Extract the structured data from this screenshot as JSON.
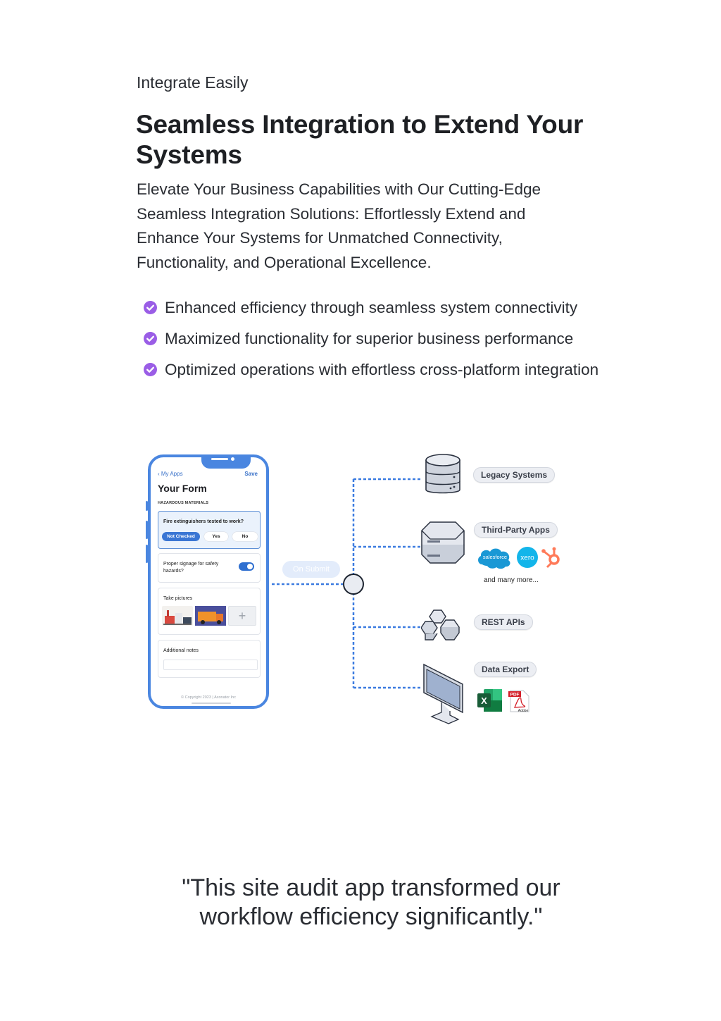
{
  "header": {
    "eyebrow": "Integrate Easily",
    "title": "Seamless Integration to Extend Your Systems",
    "lead": "Elevate Your Business Capabilities with Our Cutting-Edge Seamless Integration Solutions: Effortlessly Extend and Enhance Your Systems for Unmatched Connectivity, Functionality, and Operational Excellence."
  },
  "features": [
    {
      "icon": "check-circle-icon",
      "text": "Enhanced efficiency through seamless system connectivity"
    },
    {
      "icon": "check-circle-icon",
      "text": "Maximized functionality for superior business performance"
    },
    {
      "icon": "check-circle-icon",
      "text": "Optimized operations with effortless cross-platform integration"
    }
  ],
  "colors": {
    "accent_purple": "#9a5de6",
    "phone_blue": "#4a86e0",
    "connector_blue": "#3b7be0",
    "text_dark": "#1e2024"
  },
  "phone": {
    "back_label": "My Apps",
    "save_label": "Save",
    "form_title": "Your Form",
    "section_label": "HAZARDOUS MATERIALS",
    "question1": "Fire extinguishers tested to work?",
    "options": [
      "Not Checked",
      "Yes",
      "No"
    ],
    "selected_option": "Not Checked",
    "question2": "Proper signage for safety hazards?",
    "question2_toggle": true,
    "pictures_label": "Take pictures",
    "add_symbol": "+",
    "notes_label": "Additional notes",
    "copyright": "© Copyright 2023 | Axonator Inc"
  },
  "integration": {
    "trigger": "On Submit",
    "targets": [
      {
        "label": "Legacy Systems",
        "icon": "database-icon"
      },
      {
        "label": "Third-Party Apps",
        "icon": "server-icon"
      },
      {
        "label": "REST APIs",
        "icon": "hexagons-icon"
      },
      {
        "label": "Data Export",
        "icon": "monitor-icon"
      }
    ],
    "third_party_logos": [
      "salesforce",
      "xero",
      "hubspot-icon"
    ],
    "more_label": "and many more...",
    "export_logos": [
      "excel-icon",
      "PDF",
      "Adobe"
    ]
  },
  "testimonial": {
    "quote": "\"This site audit app transformed our workflow efficiency significantly.\""
  }
}
